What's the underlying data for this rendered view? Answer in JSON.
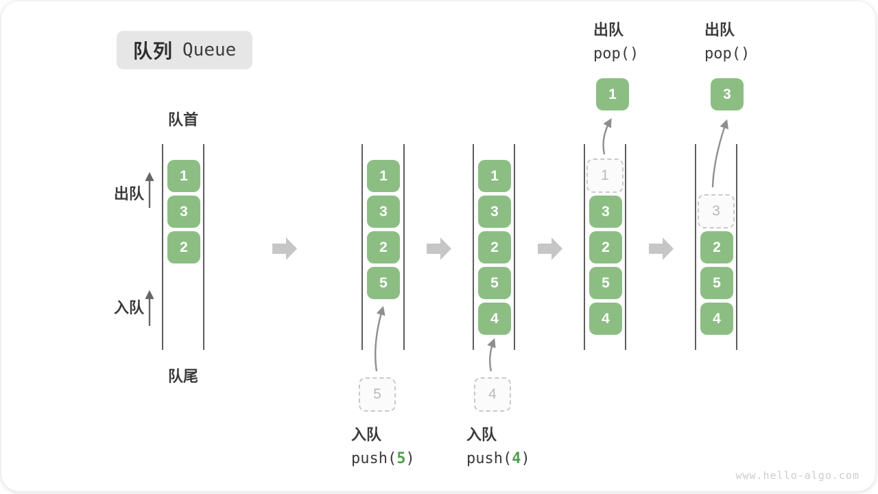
{
  "title": {
    "zh": "队列",
    "en": "Queue"
  },
  "labels": {
    "front": "队首",
    "rear": "队尾",
    "dequeue": "出队",
    "enqueue": "入队"
  },
  "push_ops": [
    {
      "label": "入队",
      "fn_open": "push(",
      "arg": "5",
      "fn_close": ")"
    },
    {
      "label": "入队",
      "fn_open": "push(",
      "arg": "4",
      "fn_close": ")"
    }
  ],
  "pop_ops": [
    {
      "label": "出队",
      "fn": "pop()"
    },
    {
      "label": "出队",
      "fn": "pop()"
    }
  ],
  "states": [
    {
      "cells": [
        {
          "v": "1",
          "slot": 0
        },
        {
          "v": "3",
          "slot": 1
        },
        {
          "v": "2",
          "slot": 2
        }
      ]
    },
    {
      "cells": [
        {
          "v": "1",
          "slot": 0
        },
        {
          "v": "3",
          "slot": 1
        },
        {
          "v": "2",
          "slot": 2
        },
        {
          "v": "5",
          "slot": 3
        }
      ],
      "ghost": "5"
    },
    {
      "cells": [
        {
          "v": "1",
          "slot": 0
        },
        {
          "v": "3",
          "slot": 1
        },
        {
          "v": "2",
          "slot": 2
        },
        {
          "v": "5",
          "slot": 3
        },
        {
          "v": "4",
          "slot": 4
        }
      ],
      "ghost": "4"
    },
    {
      "cells": [
        {
          "v": "1",
          "slot": 0,
          "ghost": true
        },
        {
          "v": "3",
          "slot": 1
        },
        {
          "v": "2",
          "slot": 2
        },
        {
          "v": "5",
          "slot": 3
        },
        {
          "v": "4",
          "slot": 4
        }
      ],
      "popped": "1"
    },
    {
      "cells": [
        {
          "v": "3",
          "slot": 1,
          "ghost": true
        },
        {
          "v": "2",
          "slot": 2
        },
        {
          "v": "5",
          "slot": 3
        },
        {
          "v": "4",
          "slot": 4
        }
      ],
      "popped": "3"
    }
  ],
  "watermark": "www.hello-algo.com",
  "colors": {
    "box_green": "#8cbe84",
    "arg_green": "#4f9e4c",
    "wall": "#4a4a4a",
    "arrow": "#8e8e8e",
    "block_arrow": "#c6c6c6",
    "ghost_border": "#c9c9c9",
    "text": "#3a3a3a",
    "badge_bg": "#e6e6e6",
    "watermark": "#cccccc"
  }
}
